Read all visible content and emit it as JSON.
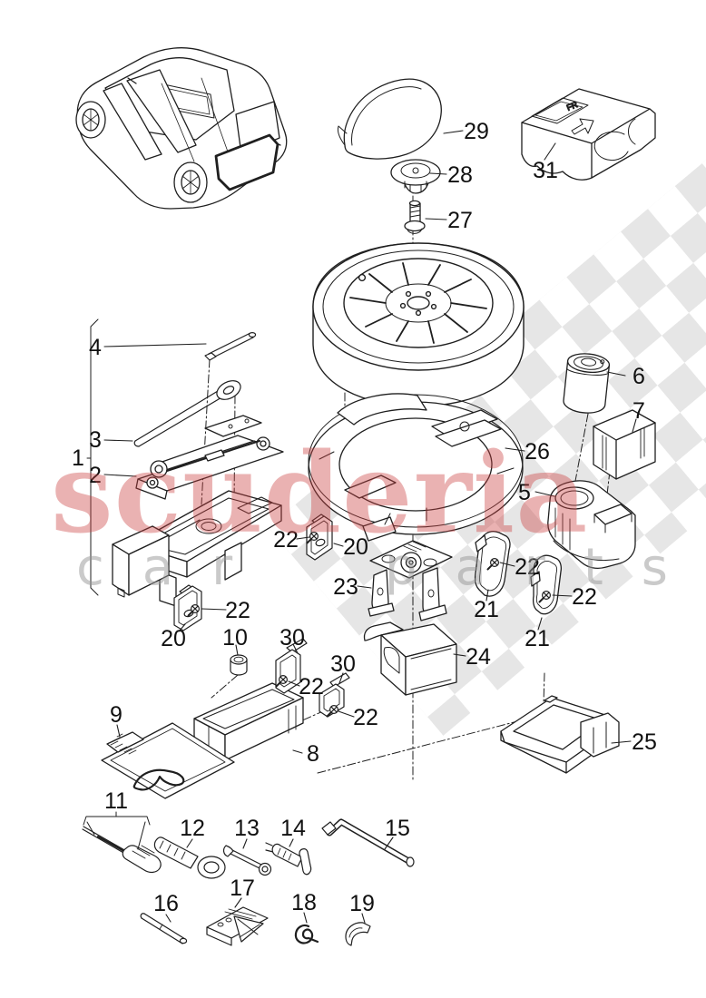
{
  "watermark": {
    "brand": "scuderia",
    "tagline": "car parts",
    "brand_color": "#cb3e3e",
    "tagline_color": "#969696",
    "flag_color": "#e6e6e6"
  },
  "markings": {
    "foam_block_stamp": "FR"
  },
  "style": {
    "line_color": "#1f1f1f",
    "background": "#ffffff"
  },
  "callouts": [
    {
      "num": "29"
    },
    {
      "num": "28"
    },
    {
      "num": "27"
    },
    {
      "num": "31"
    },
    {
      "num": "6"
    },
    {
      "num": "7"
    },
    {
      "num": "26"
    },
    {
      "num": "5"
    },
    {
      "num": "1"
    },
    {
      "num": "4"
    },
    {
      "num": "3"
    },
    {
      "num": "2"
    },
    {
      "num": "22"
    },
    {
      "num": "20"
    },
    {
      "num": "23"
    },
    {
      "num": "22"
    },
    {
      "num": "20"
    },
    {
      "num": "10"
    },
    {
      "num": "30"
    },
    {
      "num": "22"
    },
    {
      "num": "30"
    },
    {
      "num": "22"
    },
    {
      "num": "8"
    },
    {
      "num": "9"
    },
    {
      "num": "21"
    },
    {
      "num": "22"
    },
    {
      "num": "21"
    },
    {
      "num": "22"
    },
    {
      "num": "24"
    },
    {
      "num": "25"
    },
    {
      "num": "11"
    },
    {
      "num": "12"
    },
    {
      "num": "13"
    },
    {
      "num": "14"
    },
    {
      "num": "15"
    },
    {
      "num": "16"
    },
    {
      "num": "17"
    },
    {
      "num": "18"
    },
    {
      "num": "19"
    }
  ]
}
